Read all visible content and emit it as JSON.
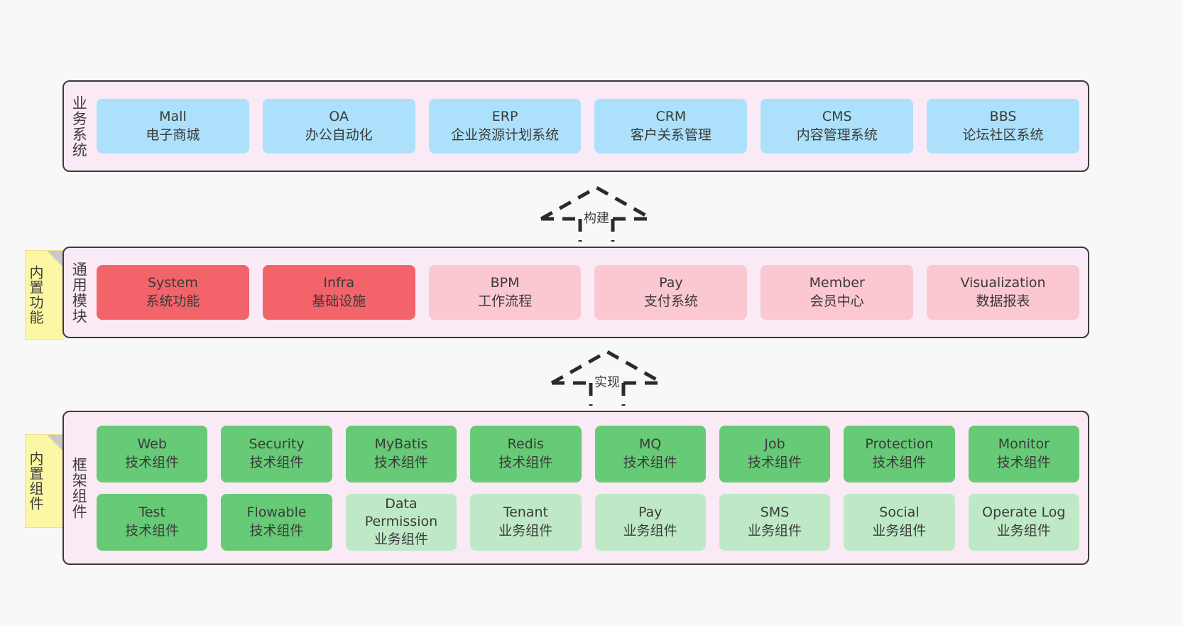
{
  "diagram": {
    "background_color": "#f8f8f8",
    "layer_fill": "#faeaf5",
    "layer_border": "#3b3b3b",
    "sticky_color": "#fbf7a4",
    "colors": {
      "blue": "#ade1fb",
      "red": "#f2646a",
      "pink": "#fbc7d0",
      "green": "#67ca76",
      "light_green": "#bfe9c6"
    }
  },
  "layers": {
    "business": {
      "title": "业务系统",
      "cards": [
        {
          "en": "Mall",
          "cn": "电子商城",
          "color": "blue"
        },
        {
          "en": "OA",
          "cn": "办公自动化",
          "color": "blue"
        },
        {
          "en": "ERP",
          "cn": "企业资源计划系统",
          "color": "blue"
        },
        {
          "en": "CRM",
          "cn": "客户关系管理",
          "color": "blue"
        },
        {
          "en": "CMS",
          "cn": "内容管理系统",
          "color": "blue"
        },
        {
          "en": "BBS",
          "cn": "论坛社区系统",
          "color": "blue"
        }
      ]
    },
    "common": {
      "title": "通用模块",
      "sticky": "内置功能",
      "cards": [
        {
          "en": "System",
          "cn": "系统功能",
          "color": "red"
        },
        {
          "en": "Infra",
          "cn": "基础设施",
          "color": "red"
        },
        {
          "en": "BPM",
          "cn": "工作流程",
          "color": "pink"
        },
        {
          "en": "Pay",
          "cn": "支付系统",
          "color": "pink"
        },
        {
          "en": "Member",
          "cn": "会员中心",
          "color": "pink"
        },
        {
          "en": "Visualization",
          "cn": "数据报表",
          "color": "pink"
        }
      ]
    },
    "framework": {
      "title": "框架组件",
      "sticky": "内置组件",
      "rows": [
        [
          {
            "en": "Web",
            "cn": "技术组件",
            "color": "green"
          },
          {
            "en": "Security",
            "cn": "技术组件",
            "color": "green"
          },
          {
            "en": "MyBatis",
            "cn": "技术组件",
            "color": "green"
          },
          {
            "en": "Redis",
            "cn": "技术组件",
            "color": "green"
          },
          {
            "en": "MQ",
            "cn": "技术组件",
            "color": "green"
          },
          {
            "en": "Job",
            "cn": "技术组件",
            "color": "green"
          },
          {
            "en": "Protection",
            "cn": "技术组件",
            "color": "green"
          },
          {
            "en": "Monitor",
            "cn": "技术组件",
            "color": "green"
          }
        ],
        [
          {
            "en": "Test",
            "cn": "技术组件",
            "color": "green"
          },
          {
            "en": "Flowable",
            "cn": "技术组件",
            "color": "green"
          },
          {
            "en": "Data Permission",
            "cn": "业务组件",
            "color": "light_green"
          },
          {
            "en": "Tenant",
            "cn": "业务组件",
            "color": "light_green"
          },
          {
            "en": "Pay",
            "cn": "业务组件",
            "color": "light_green"
          },
          {
            "en": "SMS",
            "cn": "业务组件",
            "color": "light_green"
          },
          {
            "en": "Social",
            "cn": "业务组件",
            "color": "light_green"
          },
          {
            "en": "Operate Log",
            "cn": "业务组件",
            "color": "light_green"
          }
        ]
      ]
    }
  },
  "connectors": [
    {
      "id": "build",
      "label": "构建",
      "style": "dashed-hollow-arrow-up"
    },
    {
      "id": "impl",
      "label": "实现",
      "style": "dashed-hollow-arrow-up"
    }
  ]
}
